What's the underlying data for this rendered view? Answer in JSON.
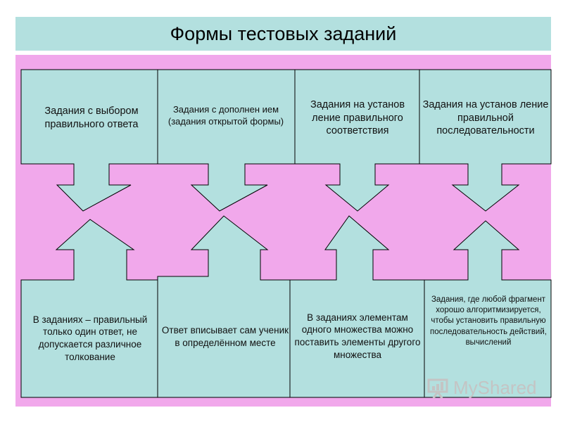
{
  "title": "Формы тестовых заданий",
  "top_boxes": [
    {
      "text": "Задания с выбором правильного ответа"
    },
    {
      "text": "Задания с дополнен ием (задания открытой формы)"
    },
    {
      "text": "Задания на установ ление правильного соответствия"
    },
    {
      "text": "Задания на установ ление правильной последовательности"
    }
  ],
  "bottom_boxes": [
    {
      "text": "В заданиях – правильный только один ответ, не допускается различное толкование"
    },
    {
      "text": "Ответ вписывает сам ученик в определённом месте"
    },
    {
      "text": "В заданиях элементам одного множества можно поставить элементы другого множества"
    },
    {
      "text": "Задания, где любой фрагмент хорошо алгоритмизируется, чтобы установить правильную последовательность действий, вычислений"
    }
  ],
  "watermark": {
    "text": "MyShared",
    "icon": "presentation-chart-icon"
  },
  "colors": {
    "box_fill": "#b3e0df",
    "background": "#f1a8eb",
    "stroke": "#000000"
  }
}
